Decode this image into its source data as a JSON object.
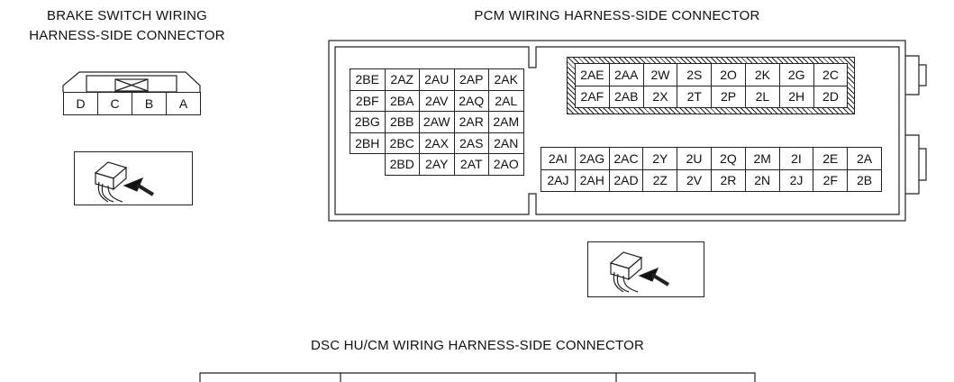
{
  "brake_switch": {
    "title_line1": "BRAKE SWITCH WIRING",
    "title_line2": "HARNESS-SIDE CONNECTOR",
    "pins": [
      "D",
      "C",
      "B",
      "A"
    ]
  },
  "pcm": {
    "title": "PCM WIRING HARNESS-SIDE CONNECTOR",
    "left_block": [
      [
        "2BE",
        "2AZ",
        "2AU",
        "2AP",
        "2AK"
      ],
      [
        "2BF",
        "2BA",
        "2AV",
        "2AQ",
        "2AL"
      ],
      [
        "2BG",
        "2BB",
        "2AW",
        "2AR",
        "2AM"
      ],
      [
        "2BH",
        "2BC",
        "2AX",
        "2AS",
        "2AN"
      ],
      [
        "",
        "2BD",
        "2AY",
        "2AT",
        "2AO"
      ]
    ],
    "hatched_block": [
      [
        "2AE",
        "2AA",
        "2W",
        "2S",
        "2O",
        "2K",
        "2G",
        "2C"
      ],
      [
        "2AF",
        "2AB",
        "2X",
        "2T",
        "2P",
        "2L",
        "2H",
        "2D"
      ]
    ],
    "lower_block": [
      [
        "2AI",
        "2AG",
        "2AC",
        "2Y",
        "2U",
        "2Q",
        "2M",
        "2I",
        "2E",
        "2A"
      ],
      [
        "2AJ",
        "2AH",
        "2AD",
        "2Z",
        "2V",
        "2R",
        "2N",
        "2J",
        "2F",
        "2B"
      ]
    ]
  },
  "dsc": {
    "title": "DSC HU/CM WIRING HARNESS-SIDE CONNECTOR"
  },
  "icons": [
    "connector-probe-icon"
  ]
}
